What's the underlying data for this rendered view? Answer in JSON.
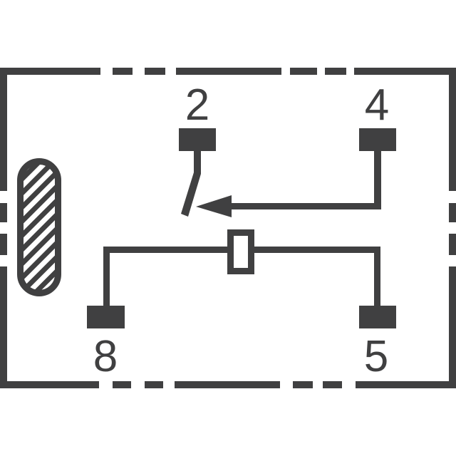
{
  "diagram": {
    "type": "relay-pinout",
    "stroke_color": "#404041",
    "background": "#ffffff",
    "pins": [
      {
        "id": "pin-2",
        "label": "2",
        "role": "common-contact-top-left"
      },
      {
        "id": "pin-4",
        "label": "4",
        "role": "contact-top-right"
      },
      {
        "id": "pin-8",
        "label": "8",
        "role": "coil-terminal-left"
      },
      {
        "id": "pin-5",
        "label": "5",
        "role": "coil-terminal-right"
      }
    ],
    "elements": {
      "outline": "dashed-rectangle-package",
      "orientation_marker": "hatched-oval",
      "switch": "swinging-contact",
      "arrow": "arrow-from-pin-4-to-switch",
      "coil": "rectangular-coil"
    }
  }
}
